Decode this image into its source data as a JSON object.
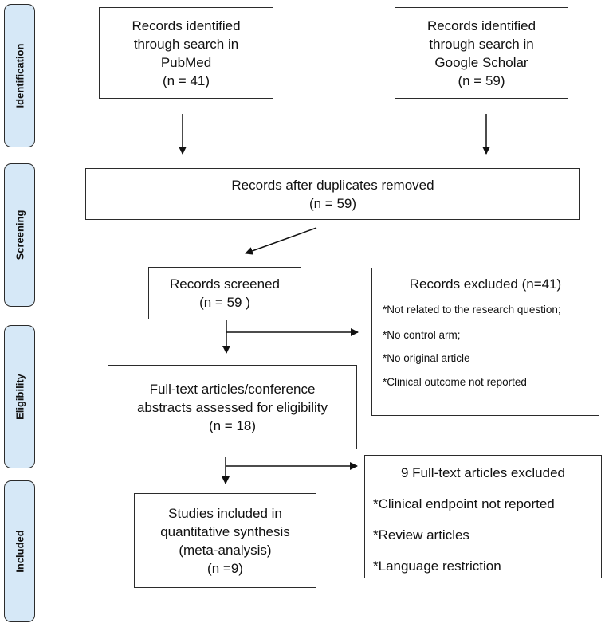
{
  "stages": [
    {
      "id": "identification",
      "label": "Identification"
    },
    {
      "id": "screening",
      "label": "Screening"
    },
    {
      "id": "eligibility",
      "label": "Eligibility"
    },
    {
      "id": "included",
      "label": "Included"
    }
  ],
  "boxes": {
    "pubmed": [
      "Records identified",
      "through search in",
      "PubMed",
      "(n =  41)"
    ],
    "scholar": [
      "Records identified",
      "through search in",
      "Google Scholar",
      "(n =  59)"
    ],
    "duplicates": [
      "Records after duplicates removed",
      "(n = 59)"
    ],
    "screened": [
      "Records screened",
      "(n = 59 )"
    ],
    "fulltext": [
      "Full-text articles/conference",
      "abstracts assessed for eligibility",
      "(n = 18)"
    ],
    "included": [
      "Studies included in",
      "quantitative synthesis",
      "(meta-analysis)",
      "(n =9)"
    ]
  },
  "records_excluded": {
    "title": "Records excluded (n=41)",
    "items": [
      "*Not related to the research question;",
      "*No control arm;",
      "*No original article",
      "*Clinical outcome not reported"
    ]
  },
  "fulltext_excluded": {
    "title": "9 Full-text articles excluded",
    "items": [
      "*Clinical endpoint not reported",
      "*Review articles",
      "*Language restriction"
    ]
  }
}
